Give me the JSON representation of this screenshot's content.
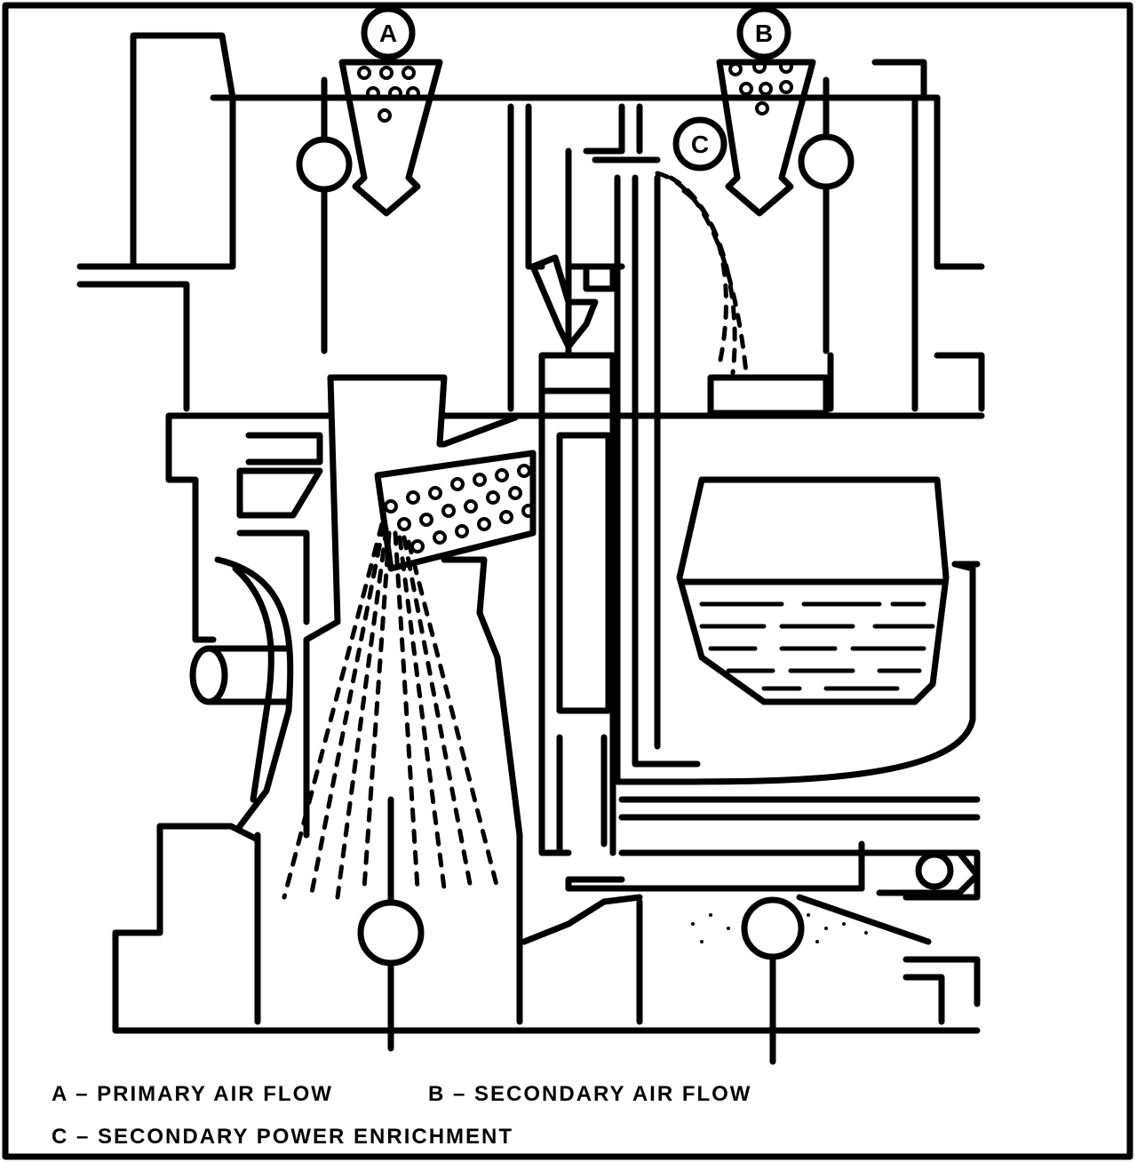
{
  "callouts": {
    "a": "A",
    "b": "B",
    "c": "C"
  },
  "legend": {
    "primary": "A – PRIMARY AIR FLOW",
    "secondary": "B – SECONDARY AIR FLOW",
    "enrichment": "C – SECONDARY POWER ENRICHMENT"
  }
}
